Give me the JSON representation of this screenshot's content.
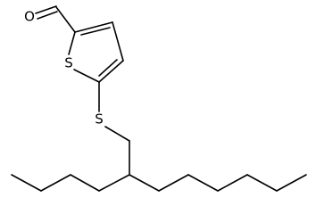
{
  "structure": {
    "atom_labels": {
      "carbonyl_oxygen": "O",
      "ring_sulfur": "S",
      "thioether_sulfur": "S"
    },
    "bond_color": "#000000",
    "background_color": "#ffffff"
  }
}
